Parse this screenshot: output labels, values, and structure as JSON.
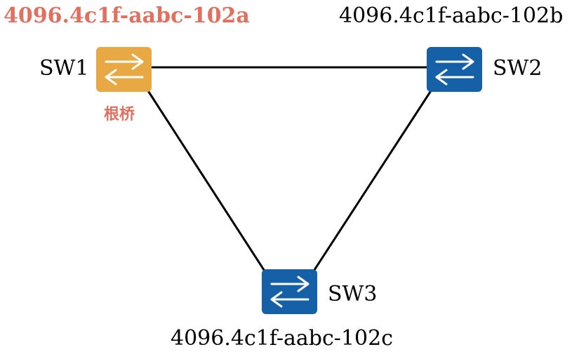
{
  "colors": {
    "root_switch": "#e8a843",
    "switch": "#1660a8",
    "root_text": "#e07060",
    "text": "#000000",
    "link": "#000000",
    "arrow": "#ffffff"
  },
  "switches": [
    {
      "name": "SW1",
      "bridge_id": "4096.4c1f-aabc-102a",
      "role": "根桥",
      "icon": "switch-icon",
      "is_root": true
    },
    {
      "name": "SW2",
      "bridge_id": "4096.4c1f-aabc-102b",
      "icon": "switch-icon",
      "is_root": false
    },
    {
      "name": "SW3",
      "bridge_id": "4096.4c1f-aabc-102c",
      "icon": "switch-icon",
      "is_root": false
    }
  ],
  "links": [
    {
      "from": "SW1",
      "to": "SW2"
    },
    {
      "from": "SW1",
      "to": "SW3"
    },
    {
      "from": "SW2",
      "to": "SW3"
    }
  ]
}
